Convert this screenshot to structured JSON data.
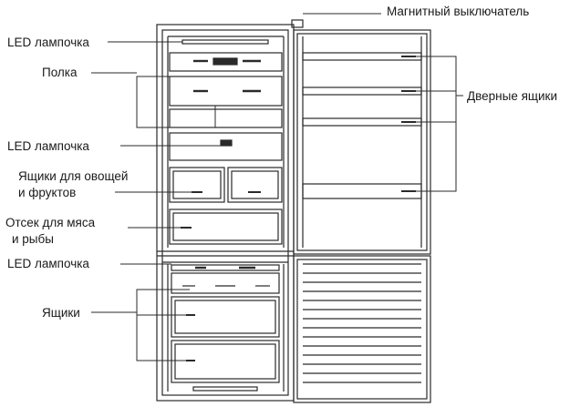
{
  "labels": {
    "magnetic_switch": "Магнитный выключатель",
    "led_top": "LED лампочка",
    "shelf": "Полка",
    "led_middle": "LED лампочка",
    "veg_fruit_line1": "Ящики для овощей",
    "veg_fruit_line2": "и фруктов",
    "meat_fish_line1": "Отсек для мяса",
    "meat_fish_line2": "и рыбы",
    "led_freezer": "LED лампочка",
    "drawers": "Ящики",
    "door_bins": "Дверные ящики"
  },
  "colors": {
    "line": "#2a2a2a",
    "text": "#1a1a1a",
    "background": "#ffffff"
  }
}
